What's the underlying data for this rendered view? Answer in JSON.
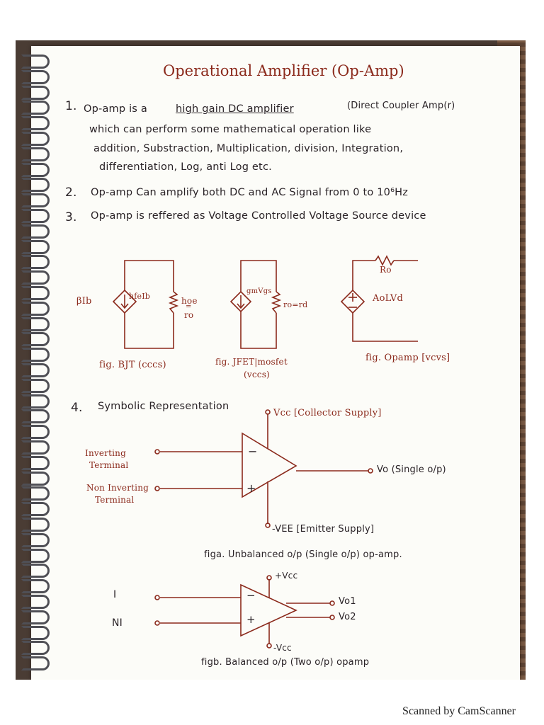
{
  "title": "Operational Amplifier (Op-Amp)",
  "points": {
    "p1_num": "1.",
    "p1_l1a": "Op-amp is a",
    "p1_l1b": "high gain DC amplifier",
    "p1_l1c": "(Direct Coupler Amp(r)",
    "p1_l2": "which can perform some mathematical operation like",
    "p1_l3": "addition, Substraction, Multiplication, division, Integration,",
    "p1_l4": "differentiation, Log, anti Log etc.",
    "p2_num": "2.",
    "p2": "Op-amp Can amplify both DC and AC Signal from 0 to 10⁶Hz",
    "p3_num": "3.",
    "p3": "Op-amp is reffered as Voltage Controlled Voltage Source device",
    "p4_num": "4.",
    "p4": "Symbolic Representation"
  },
  "figures": {
    "bjt": {
      "src_label": "βIb",
      "gen_label": "hfeIb",
      "res_label": "hoe",
      "res_eq": "=",
      "res_label2": "ro",
      "caption": "fig. BJT (cccs)"
    },
    "jfet": {
      "gen_label": "gmVgs",
      "res_label": "ro=rd",
      "caption1": "fig. JFET|mosfet",
      "caption2": "(vccs)"
    },
    "opamp": {
      "res_label": "Ro",
      "src_label": "AoLVd",
      "caption": "fig. Opamp [vcvs]"
    },
    "unbalanced": {
      "vcc": "Vcc [Collector Supply]",
      "inv1": "Inverting",
      "inv2": "Terminal",
      "noninv1": "Non Inverting",
      "noninv2": "Terminal",
      "vo": "Vo (Single o/p)",
      "vee": "-VEE [Emitter Supply]",
      "minus": "−",
      "plus": "+",
      "caption": "figa. Unbalanced o/p (Single o/p) op-amp."
    },
    "balanced": {
      "vcc": "+Vcc",
      "i": "I",
      "ni": "NI",
      "vo1": "Vo1",
      "vo2": "Vo2",
      "vee": "-Vcc",
      "minus": "−",
      "plus": "+",
      "caption": "figb. Balanced o/p (Two o/p) opamp"
    }
  },
  "footer": "Scanned by CamScanner",
  "colors": {
    "ink": "#2a2327",
    "red_ink": "#8b2a1c",
    "page": "#fcfcf8"
  }
}
